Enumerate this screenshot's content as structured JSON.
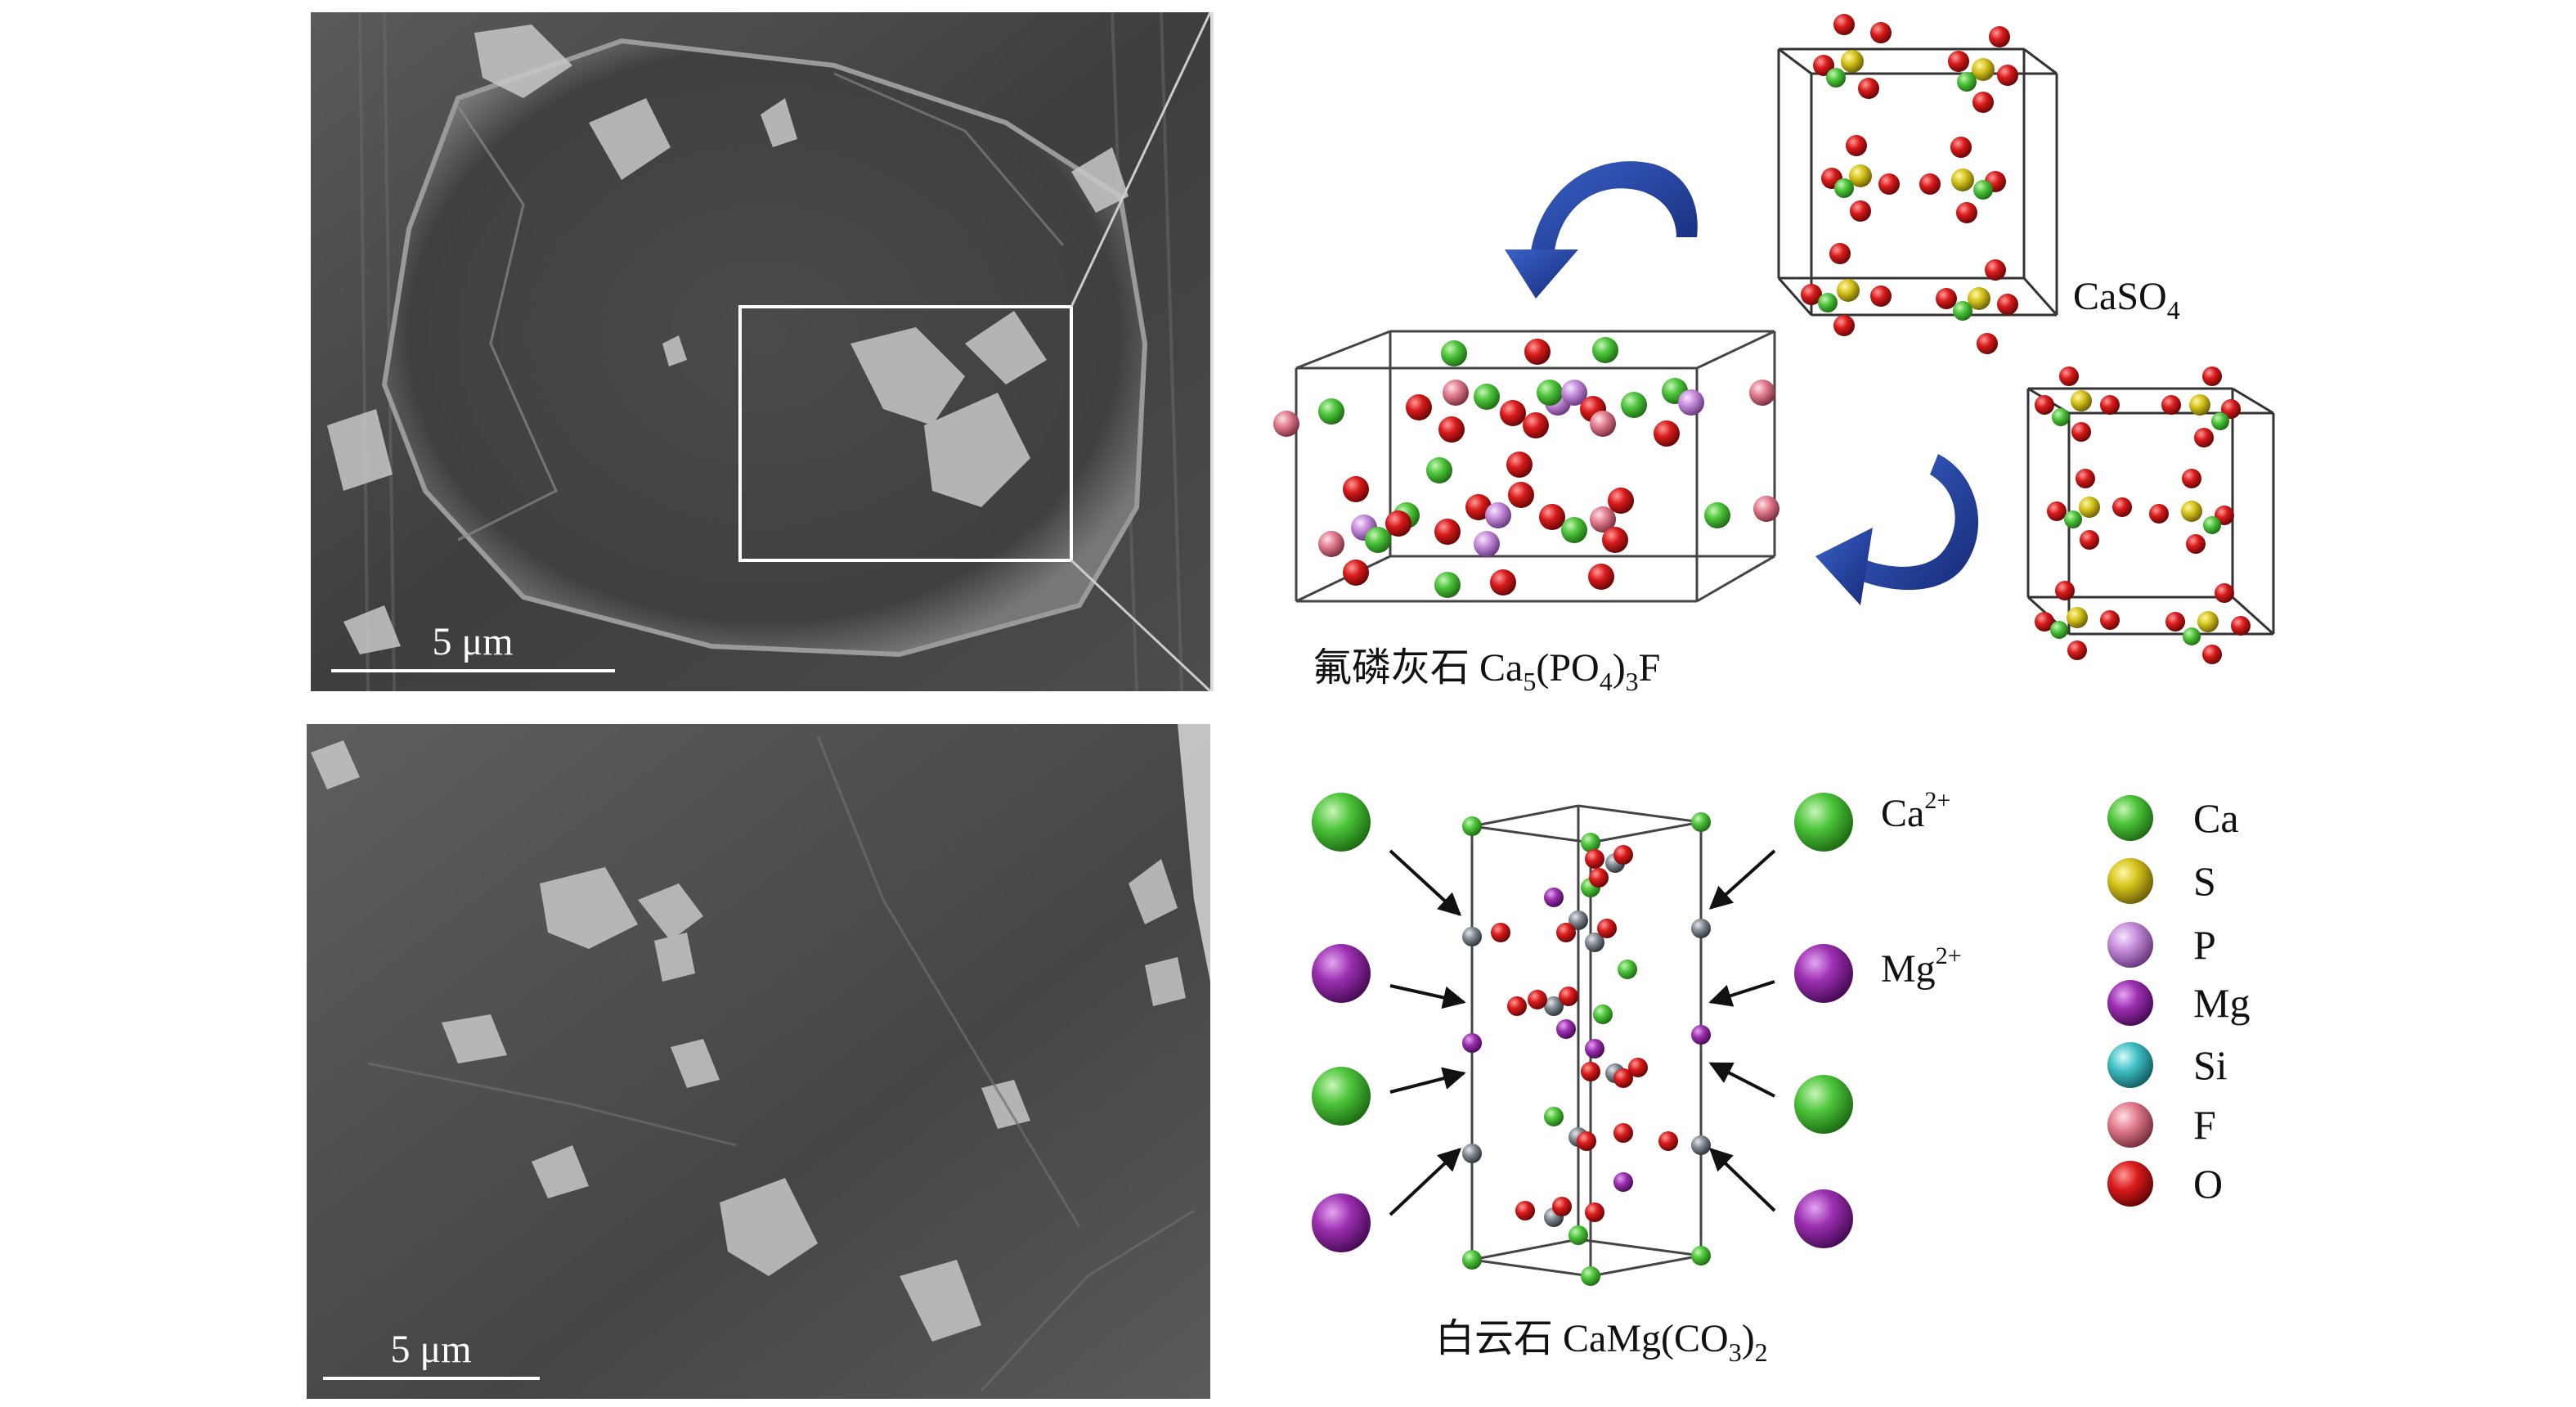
{
  "sem_top": {
    "scale_label": "5 μm"
  },
  "sem_bottom": {
    "scale_label": "5 μm"
  },
  "labels": {
    "caso4": {
      "main": "CaSO",
      "sub": "4"
    },
    "fluorapatite": {
      "cn": "氟磷灰石 ",
      "p1": "Ca",
      "s1": "5",
      "p2": "(PO",
      "s2": "4",
      "p3": ")",
      "s3": "3",
      "p4": "F"
    },
    "dolomite": {
      "cn": "白云石 ",
      "p1": "CaMg(CO",
      "s1": "3",
      "p2": ")",
      "s2": "2"
    },
    "ca_ion": {
      "main": "Ca",
      "sup": "2+"
    },
    "mg_ion": {
      "main": "Mg",
      "sup": "2+"
    }
  },
  "legend": [
    {
      "label": "Ca",
      "color": "#4cc43a"
    },
    {
      "label": "S",
      "color": "#d4c21a"
    },
    {
      "label": "P",
      "color": "#c48ad8"
    },
    {
      "label": "Mg",
      "color": "#9b2fb0"
    },
    {
      "label": "Si",
      "color": "#3fbfc4"
    },
    {
      "label": "F",
      "color": "#e07a8c"
    },
    {
      "label": "O",
      "color": "#d81a1a"
    }
  ],
  "colors": {
    "ca": "#4cc43a",
    "s": "#d4c21a",
    "p": "#c48ad8",
    "mg": "#9b2fb0",
    "f": "#e07a8c",
    "o": "#d81a1a",
    "c": "#808890",
    "arrow_blue": "#1f3d99"
  }
}
